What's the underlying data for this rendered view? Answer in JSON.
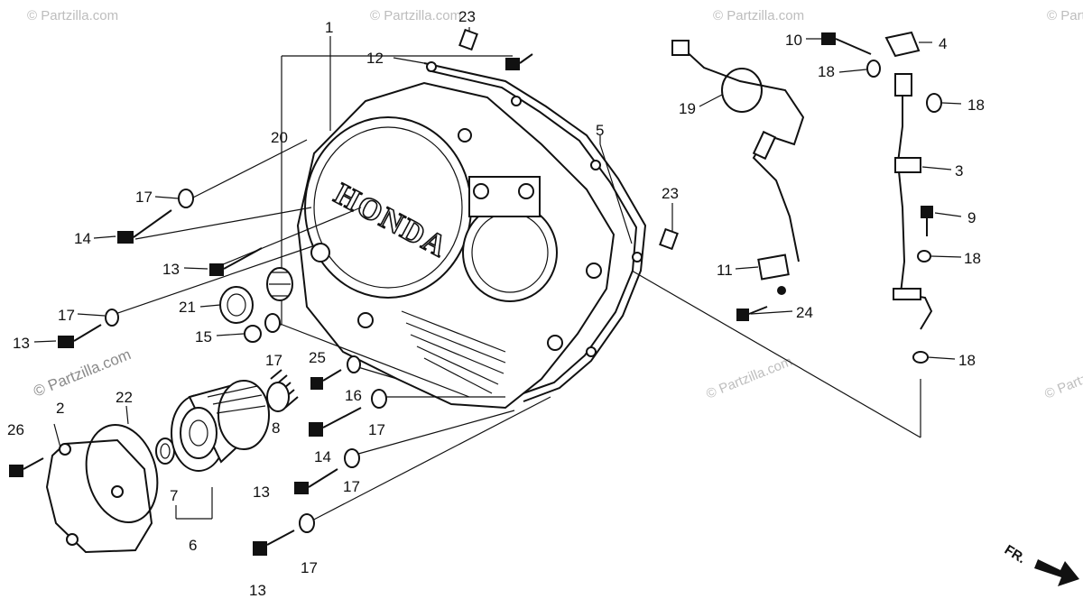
{
  "watermarks": {
    "small": "© Partzilla.com",
    "large": "© Partzilla.com"
  },
  "cover_brand": "HONDA",
  "front_marker": "FR.",
  "callouts": {
    "c1": "1",
    "c2": "2",
    "c3": "3",
    "c4": "4",
    "c5": "5",
    "c6": "6",
    "c7": "7",
    "c8": "8",
    "c9": "9",
    "c10": "10",
    "c11": "11",
    "c12": "12",
    "c13a": "13",
    "c13b": "13",
    "c13c": "13",
    "c13d": "13",
    "c14a": "14",
    "c14b": "14",
    "c15": "15",
    "c16": "16",
    "c17a": "17",
    "c17b": "17",
    "c17c": "17",
    "c17d": "17",
    "c17e": "17",
    "c17f": "17",
    "c18a": "18",
    "c18b": "18",
    "c18c": "18",
    "c18d": "18",
    "c19": "19",
    "c20": "20",
    "c21": "21",
    "c22": "22",
    "c23a": "23",
    "c23b": "23",
    "c24": "24",
    "c25": "25",
    "c26": "26"
  },
  "colors": {
    "ink": "#111111",
    "paper": "#ffffff",
    "watermark": "#bdbdbd"
  }
}
